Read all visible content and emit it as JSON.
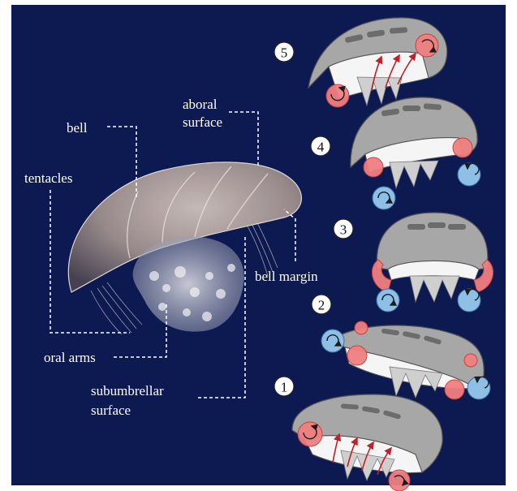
{
  "labels": {
    "bell": "bell",
    "aboral_surface_line1": "aboral",
    "aboral_surface_line2": "surface",
    "tentacles": "tentacles",
    "bell_margin": "bell margin",
    "oral_arms": "oral arms",
    "subumbrellar_surface_line1": "subumbrellar",
    "subumbrellar_surface_line2": "surface"
  },
  "steps": [
    "5",
    "4",
    "3",
    "2",
    "1"
  ],
  "colors": {
    "background": "#0d1a52",
    "stopping_vortex": "#f08080",
    "starting_vortex": "#8ebfe6",
    "bell": "#a7a7a7"
  }
}
